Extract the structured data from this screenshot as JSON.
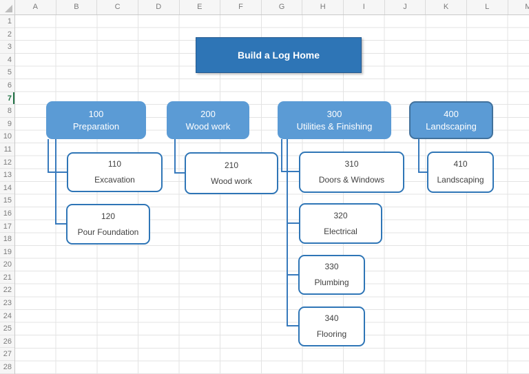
{
  "grid": {
    "columns": [
      "A",
      "B",
      "C",
      "D",
      "E",
      "F",
      "G",
      "H",
      "I",
      "J",
      "K",
      "L",
      "M"
    ],
    "row_count": 28,
    "active_row": 7
  },
  "colors": {
    "title_fill": "#2E75B6",
    "title_border": "#24598F",
    "level1_fill": "#5B9BD5",
    "level1_border": "#41719C",
    "child_border": "#2E75B6",
    "connector": "#3679BC",
    "child_text": "#3F3F3F",
    "active_row_accent": "#217346"
  },
  "wbs": {
    "title": "Build a Log Home",
    "level1": [
      {
        "code": "100",
        "label": "Preparation"
      },
      {
        "code": "200",
        "label": "Wood work"
      },
      {
        "code": "300",
        "label": "Utilities & Finishing"
      },
      {
        "code": "400",
        "label": "Landscaping"
      }
    ],
    "children": [
      {
        "code": "110",
        "label": "Excavation",
        "parent": "100"
      },
      {
        "code": "120",
        "label": "Pour Foundation",
        "parent": "100"
      },
      {
        "code": "210",
        "label": "Wood work",
        "parent": "200"
      },
      {
        "code": "310",
        "label": "Doors & Windows",
        "parent": "300"
      },
      {
        "code": "320",
        "label": "Electrical",
        "parent": "300"
      },
      {
        "code": "330",
        "label": "Plumbing",
        "parent": "300"
      },
      {
        "code": "340",
        "label": "Flooring",
        "parent": "300"
      },
      {
        "code": "410",
        "label": "Landscaping",
        "parent": "400"
      }
    ]
  }
}
